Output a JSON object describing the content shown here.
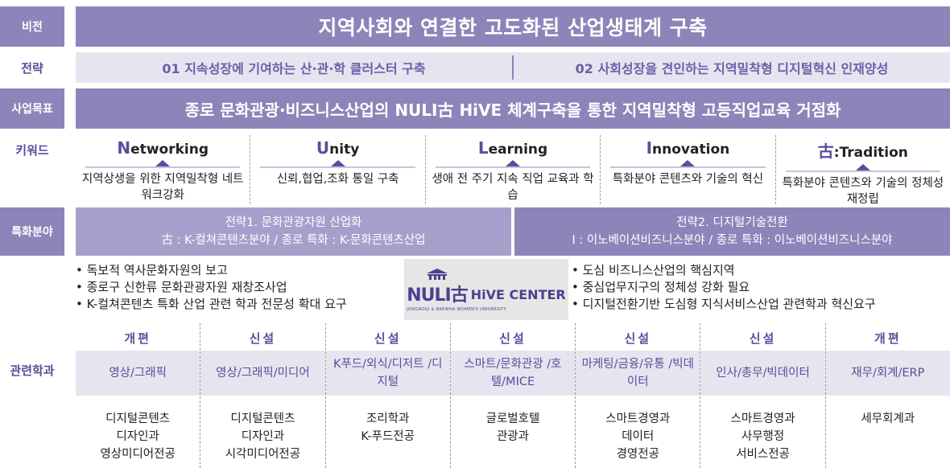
{
  "labels": {
    "vision": "비전",
    "strategy": "전략",
    "goal": "사업목표",
    "keywords": "키워드",
    "special": "특화분야",
    "departments": "관련학과"
  },
  "vision": "지역사회와 연결한 고도화된 산업생태계 구축",
  "strategies": [
    "01 지속성장에 기여하는 산·관·학 클러스터 구축",
    "02 사회성장을 견인하는 지역밀착형 디지털혁신 인재양성"
  ],
  "goal": "종로 문화관광·비즈니스산업의 NULI古 HiVE 체계구축을 통한 지역밀착형 고등직업교육 거점화",
  "keywords": [
    {
      "initial": "N",
      "rest": "etworking",
      "desc": "지역상생을 위한 지역밀착형 네트워크강화"
    },
    {
      "initial": "U",
      "rest": "nity",
      "desc": "신뢰,협업,조화 통일 구축"
    },
    {
      "initial": "L",
      "rest": "earning",
      "desc": "생애 전 주기 지속 직업 교육과 학습"
    },
    {
      "initial": "I",
      "rest": "nnovation",
      "desc": "특화분야 콘텐츠와 기술의 혁신"
    },
    {
      "initial": "古",
      "rest": ":Tradition",
      "desc": "특화분야 콘텐츠와 기술의 정체성 재정립"
    }
  ],
  "special": [
    {
      "line1": "전략1. 문화관광자원 산업화",
      "line2": "古 : K-컬쳐콘텐츠분야 / 종로 특화 : K-문화콘텐츠산업"
    },
    {
      "line1": "전략2. 디지털기술전환",
      "line2": "I : 이노베이션비즈니스분야 / 종로 특화 : 이노베이션비즈니스분야"
    }
  ],
  "bullets_left": [
    "• 독보적 역사문화자원의 보고",
    "• 종로구 신한류 문화관광자원 재창조사업",
    "• K-컬쳐콘텐츠 특화 산업 관련 학과 전문성 확대 요구"
  ],
  "bullets_right": [
    "• 도심 비즈니스산업의 핵심지역",
    "• 중심업무지구의 정체성 강화 필요",
    "• 디지털전환기반 도심형 지식서비스산업 관련학과 혁신요구"
  ],
  "logo": {
    "nuli": "NULI古",
    "hive": "HiVE CENTER",
    "sub": "JONGNOGI & BAEWHA WOMEN'S UNIVERSITY"
  },
  "departments": [
    {
      "type": "개편",
      "field": "영상/그래픽",
      "list": [
        "디지털콘텐츠",
        "디자인과",
        "영상미디어전공"
      ]
    },
    {
      "type": "신설",
      "field": "영상/그래픽/미디어",
      "list": [
        "디지털콘텐츠",
        "디자인과",
        "시각미디어전공"
      ]
    },
    {
      "type": "신설",
      "field": "K푸드/외식/디저트 /디지털",
      "list": [
        "조리학과",
        "K-푸드전공"
      ]
    },
    {
      "type": "신설",
      "field": "스마트/문화관광 /호텔/MICE",
      "list": [
        "글로벌호텔",
        "관광과"
      ]
    },
    {
      "type": "신설",
      "field": "마케팅/금융/유통 /빅데이터",
      "list": [
        "스마트경영과",
        "데이터",
        "경영전공"
      ]
    },
    {
      "type": "신설",
      "field": "인사/총무/빅데이터",
      "list": [
        "스마트경영과",
        "사무행정",
        "서비스전공"
      ]
    },
    {
      "type": "개편",
      "field": "재무/회계/ERP",
      "list": [
        "세무회계과"
      ]
    }
  ],
  "colors": {
    "primary": "#8e84b9",
    "light": "#e7e4f0",
    "accent": "#5b4d9a"
  }
}
